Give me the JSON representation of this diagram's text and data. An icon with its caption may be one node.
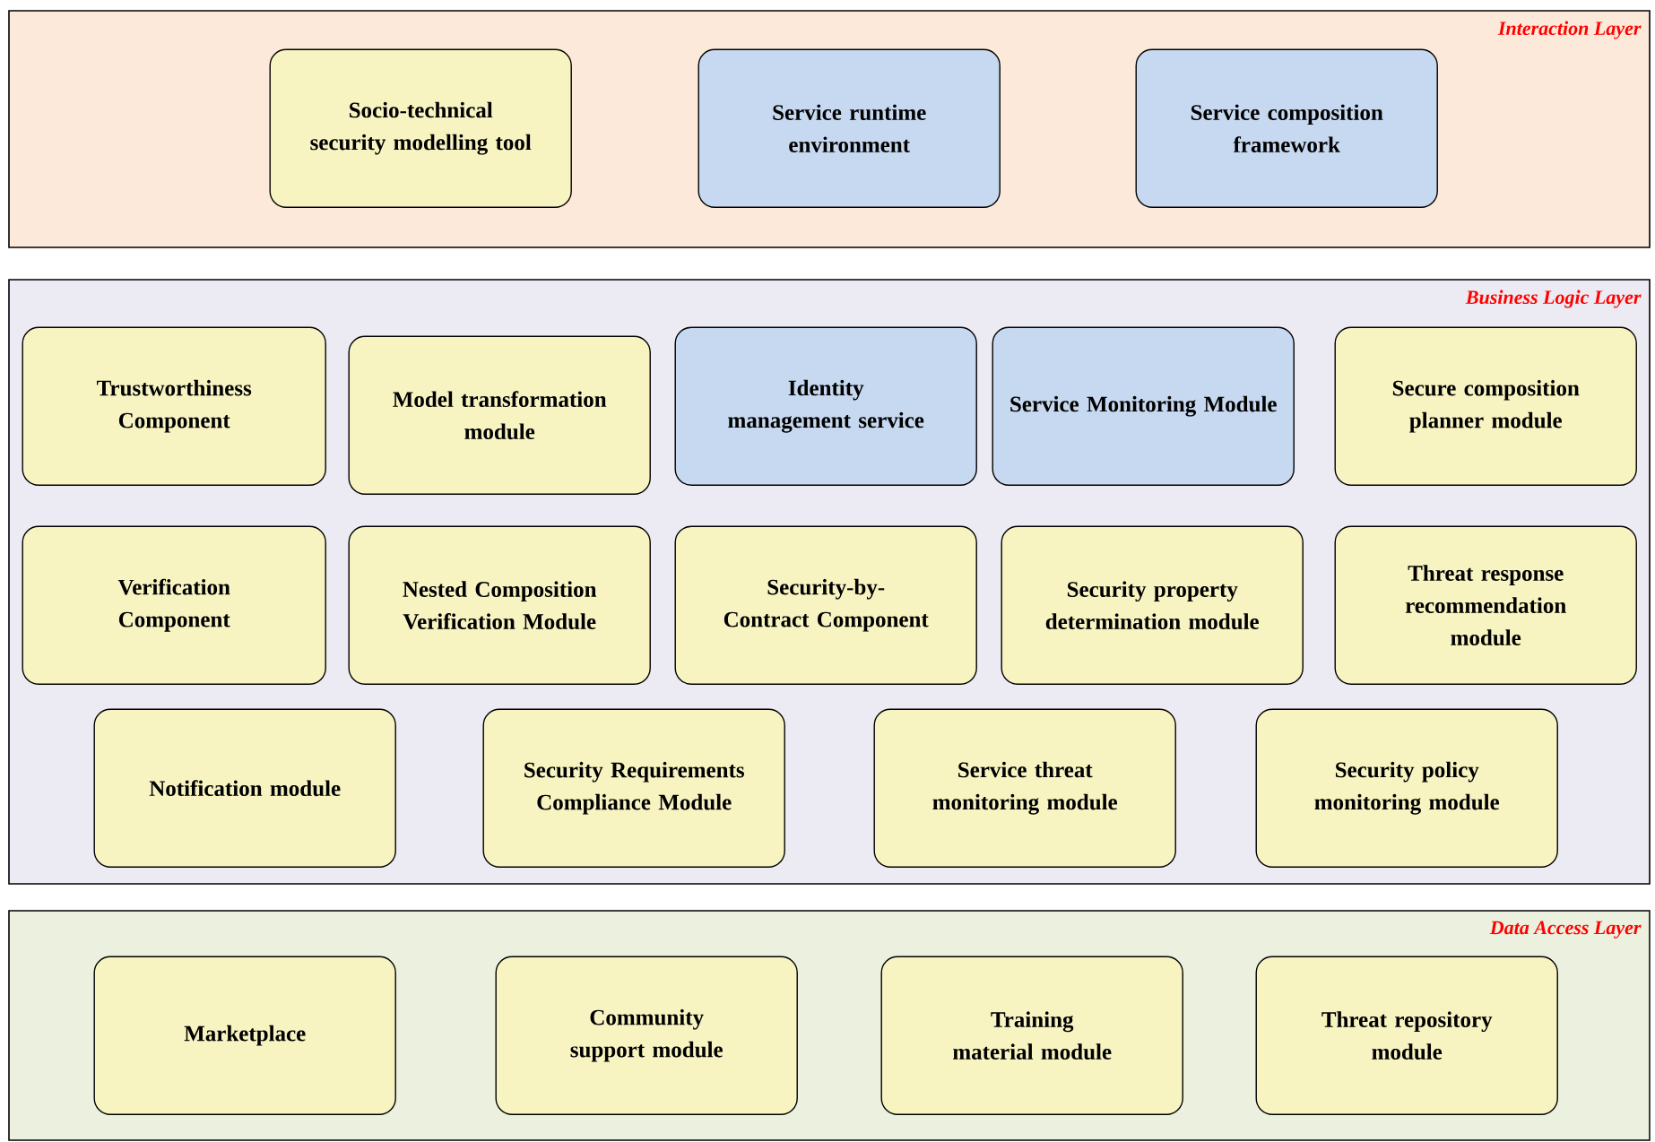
{
  "diagram": {
    "nodes": [
      {
        "text": [
          "Interaction Layer"
        ]
      },
      {
        "text": [
          "Socio-technical security modelling tool"
        ],
        "in": 0
      },
      {
        "text": [
          "Service runtime environment"
        ],
        "in": 0
      },
      {
        "text": [
          "Service composition framework"
        ],
        "in": 0
      },
      {
        "text": [
          "Business Logic Layer"
        ]
      },
      {
        "text": [
          "Trustworthiness Component"
        ],
        "in": 4
      },
      {
        "text": [
          "Model transformation module"
        ],
        "in": 4
      },
      {
        "text": [
          "Identity management service"
        ],
        "in": 4
      },
      {
        "text": [
          "Service Monitoring Module"
        ],
        "in": 4
      },
      {
        "text": [
          "Secure composition planner module"
        ],
        "in": 4
      },
      {
        "text": [
          "Verification Component"
        ],
        "in": 4
      },
      {
        "text": [
          "Nested Composition Verification Module"
        ],
        "in": 4
      },
      {
        "text": [
          "Security-by-Contract Component"
        ],
        "in": 4
      },
      {
        "text": [
          "Security property determination module"
        ],
        "in": 4
      },
      {
        "text": [
          "Threat response recommendation module"
        ],
        "in": 4
      },
      {
        "text": [
          "Notification module"
        ],
        "in": 4
      },
      {
        "text": [
          "Security Requirements Compliance Module"
        ],
        "in": 4
      },
      {
        "text": [
          "Service threat monitoring module"
        ],
        "in": 4
      },
      {
        "text": [
          "Security policy monitoring module"
        ],
        "in": 4
      },
      {
        "text": [
          "Data Access Layer"
        ]
      },
      {
        "text": [
          "Marketplace"
        ],
        "in": 19
      },
      {
        "text": [
          "Community support module"
        ],
        "in": 19
      },
      {
        "text": [
          "Training material module"
        ],
        "in": 19
      },
      {
        "text": [
          "Threat repository module"
        ],
        "in": 19
      }
    ]
  }
}
